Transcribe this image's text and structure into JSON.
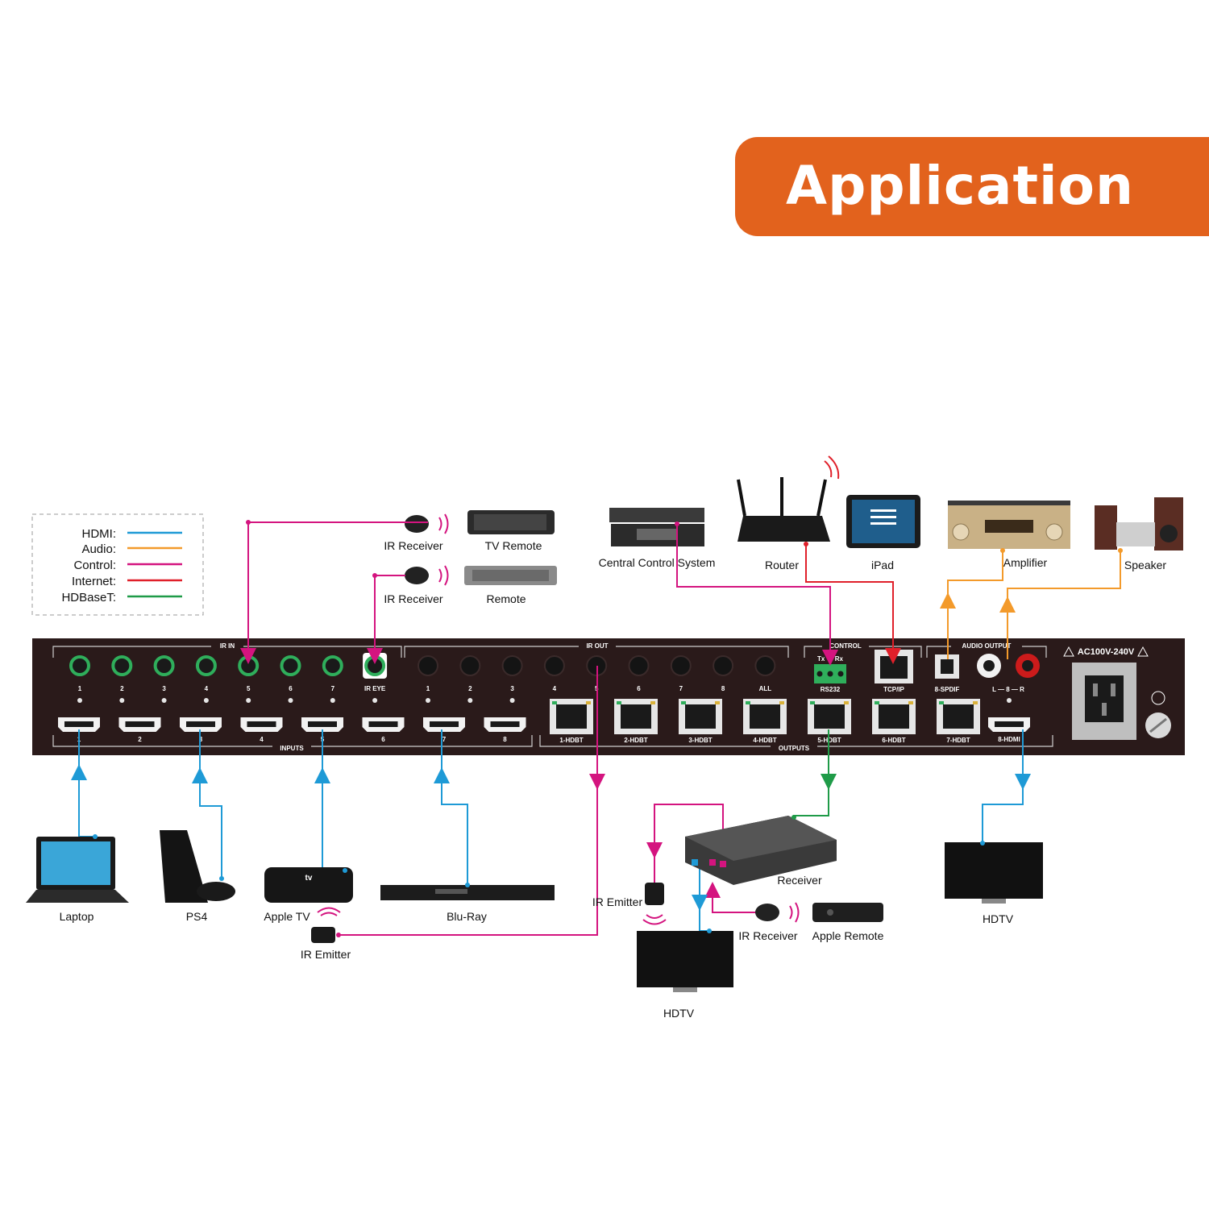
{
  "title": "Application",
  "colors": {
    "accent": "#e2621d",
    "hdmi": "#1e9ad6",
    "audio": "#f39a2b",
    "control": "#d4147f",
    "internet": "#e0202a",
    "hdbaset": "#1f9b48",
    "panel": "#2a1a1a"
  },
  "legend": [
    {
      "label": "HDMI:",
      "color": "#1e9ad6"
    },
    {
      "label": "Audio:",
      "color": "#f39a2b"
    },
    {
      "label": "Control:",
      "color": "#d4147f"
    },
    {
      "label": "Internet:",
      "color": "#e0202a"
    },
    {
      "label": "HDBaseT:",
      "color": "#1f9b48"
    }
  ],
  "panel": {
    "ir_in": "IR IN",
    "ir_out": "IR OUT",
    "control": "CONTROL",
    "audio_output": "AUDIO OUTPUT",
    "inputs": "INPUTS",
    "outputs": "OUTPUTS",
    "power": "AC100V-240V",
    "ir_in_ports": [
      "1",
      "2",
      "3",
      "4",
      "5",
      "6",
      "7",
      "IR EYE"
    ],
    "ir_out_ports": [
      "1",
      "2",
      "3",
      "4",
      "5",
      "6",
      "7",
      "8",
      "ALL"
    ],
    "input_ports": [
      "1",
      "2",
      "3",
      "4",
      "5",
      "6",
      "7",
      "8"
    ],
    "output_ports": [
      "1-HDBT",
      "2-HDBT",
      "3-HDBT",
      "4-HDBT",
      "5-HDBT",
      "6-HDBT",
      "7-HDBT",
      "8-HDMI"
    ],
    "rs232": "RS232",
    "rs232_pins": "Tx ⏚ Rx",
    "tcpip": "TCP/IP",
    "spdif": "8-SPDIF",
    "analog": "L — 8 — R"
  },
  "devices": {
    "ir_receiver_1": "IR Receiver",
    "tv_remote": "TV Remote",
    "ir_receiver_2": "IR Receiver",
    "remote": "Remote",
    "central_control": "Central Control System",
    "router": "Router",
    "ipad": "iPad",
    "amplifier": "Amplifier",
    "speaker": "Speaker",
    "laptop": "Laptop",
    "ps4": "PS4",
    "apple_tv": "Apple TV",
    "ir_emitter_1": "IR Emitter",
    "bluray": "Blu-Ray",
    "receiver": "Receiver",
    "ir_emitter_2": "IR Emitter",
    "ir_receiver_3": "IR Receiver",
    "apple_remote": "Apple Remote",
    "hdtv_1": "HDTV",
    "hdtv_2": "HDTV"
  }
}
